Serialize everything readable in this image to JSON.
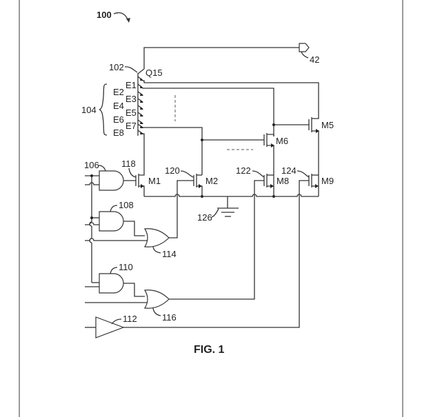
{
  "figure": {
    "caption": "FIG. 1",
    "reference_numeral": "100"
  },
  "transistor_q15": {
    "label": "Q15",
    "ref": "102",
    "emitters": [
      "E1",
      "E2",
      "E3",
      "E4",
      "E5",
      "E6",
      "E7",
      "E8"
    ],
    "emitter_group_ref": "104"
  },
  "output": {
    "ref": "42"
  },
  "mosfets": [
    {
      "label": "M1",
      "ref": "118"
    },
    {
      "label": "M2",
      "ref": "120"
    },
    {
      "label": "M5",
      "ref": ""
    },
    {
      "label": "M6",
      "ref": ""
    },
    {
      "label": "M8",
      "ref": "122"
    },
    {
      "label": "M9",
      "ref": "124"
    }
  ],
  "gates": {
    "and_gates": [
      "106",
      "108",
      "110"
    ],
    "or_gates": [
      "114",
      "116"
    ],
    "buffer": "112"
  },
  "ground": {
    "ref": "126"
  }
}
